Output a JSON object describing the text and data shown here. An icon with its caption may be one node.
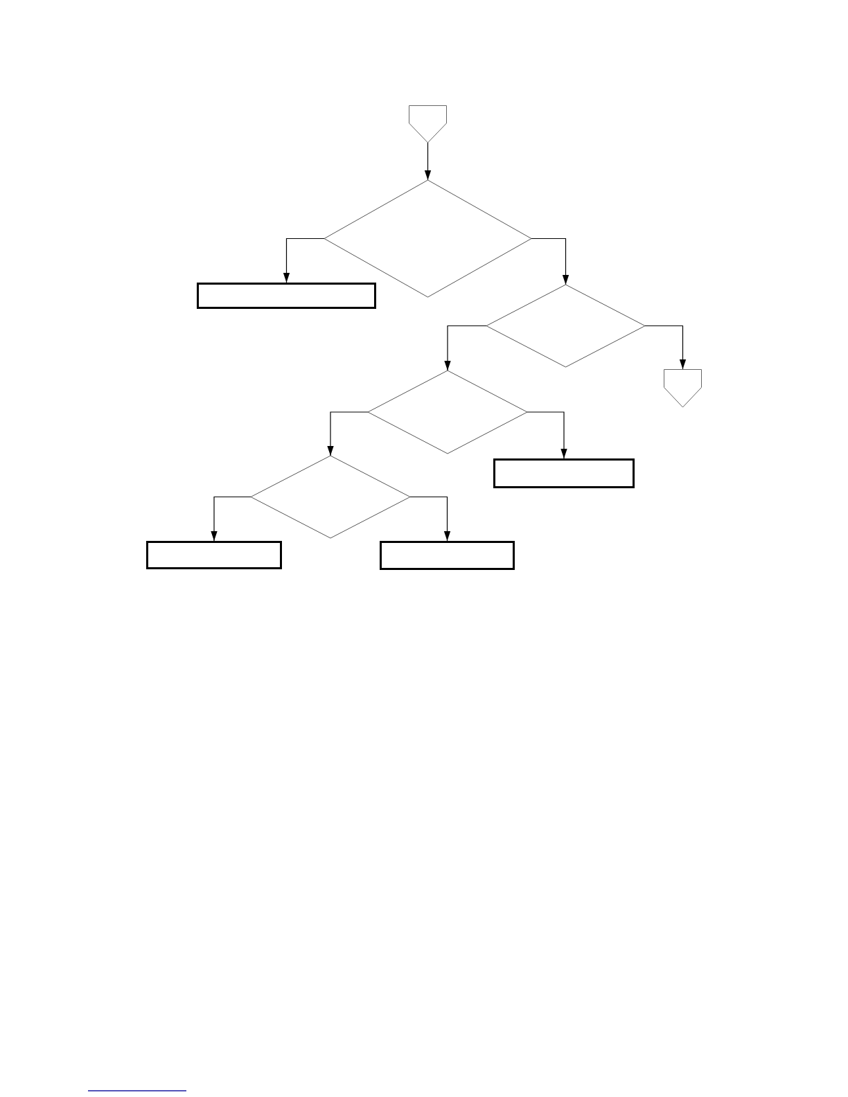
{
  "diagram": {
    "nodes": [
      {
        "text": [],
        "shape": "pentagon"
      },
      {
        "text": [],
        "shape": "diamond"
      },
      {
        "text": [],
        "shape": "box"
      },
      {
        "text": [],
        "shape": "diamond"
      },
      {
        "text": [],
        "shape": "pentagon"
      },
      {
        "text": [],
        "shape": "diamond"
      },
      {
        "text": [],
        "shape": "box"
      },
      {
        "text": [],
        "shape": "diamond"
      },
      {
        "text": [],
        "shape": "box"
      },
      {
        "text": [],
        "shape": "box"
      }
    ],
    "edges": [
      {
        "from": 0,
        "to": 1,
        "arrow": "to"
      },
      {
        "from": 1,
        "to": 2,
        "arrow": "to"
      },
      {
        "from": 1,
        "to": 3,
        "arrow": "to"
      },
      {
        "from": 3,
        "to": 5,
        "arrow": "to"
      },
      {
        "from": 3,
        "to": 4,
        "arrow": "to"
      },
      {
        "from": 5,
        "to": 7,
        "arrow": "to"
      },
      {
        "from": 5,
        "to": 6,
        "arrow": "to"
      },
      {
        "from": 7,
        "to": 8,
        "arrow": "to"
      },
      {
        "from": 7,
        "to": 9,
        "arrow": "to"
      }
    ]
  }
}
